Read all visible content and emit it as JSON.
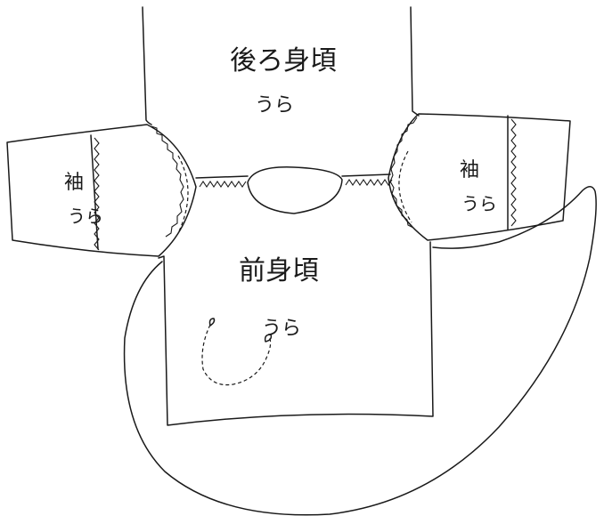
{
  "labels": {
    "back_bodice_title": "後ろ身頃",
    "back_bodice_side": "うら",
    "front_bodice_title": "前身頃",
    "front_bodice_side": "うら",
    "left_sleeve_title": "袖",
    "left_sleeve_side": "うら",
    "right_sleeve_title": "袖",
    "right_sleeve_side": "うら"
  }
}
